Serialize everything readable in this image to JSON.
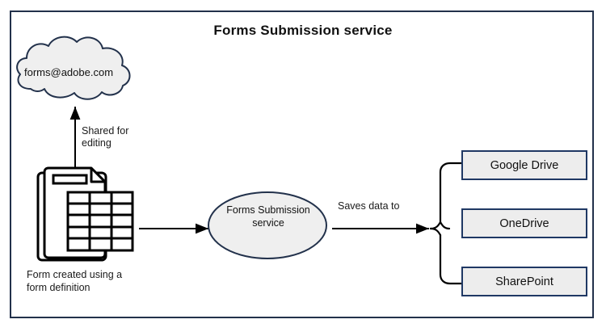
{
  "diagram": {
    "title": "Forms Submission service",
    "cloud": {
      "label": "forms@adobe.com",
      "icon": "cloud-icon",
      "fill": "#EFEFEF",
      "stroke": "#22314b"
    },
    "form_node": {
      "icon": "document-stack-icon",
      "caption_line1": "Form created using a",
      "caption_line2": "form definition",
      "stroke": "#000000"
    },
    "service_node": {
      "label_line1": "Forms Submission",
      "label_line2": "service",
      "shape": "ellipse",
      "fill": "#EFEFEF",
      "stroke": "#22314b"
    },
    "edges": [
      {
        "name": "shared-for-editing",
        "label_line1": "Shared for",
        "label_line2": "editing",
        "direction": "up",
        "from": "form-node",
        "to": "cloud"
      },
      {
        "name": "form-to-service",
        "label": "",
        "direction": "right",
        "from": "form-node",
        "to": "service-node"
      },
      {
        "name": "saves-data-to",
        "label": "Saves data to",
        "direction": "right",
        "from": "service-node",
        "to": "destinations"
      }
    ],
    "destinations": [
      {
        "label": "Google Drive",
        "fill": "#EDEDED",
        "stroke": "#1F3864"
      },
      {
        "label": "OneDrive",
        "fill": "#EDEDED",
        "stroke": "#1F3864"
      },
      {
        "label": "SharePoint",
        "fill": "#1F3864",
        "stroke": "#1F3864"
      }
    ],
    "frame": {
      "stroke": "#22314b"
    }
  }
}
